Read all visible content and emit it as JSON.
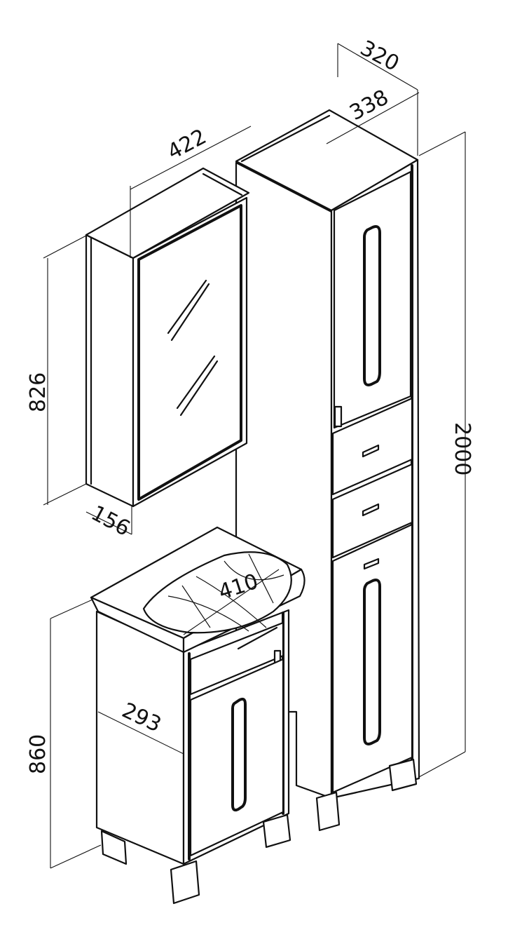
{
  "dimensions": {
    "mirror_cabinet_width": "422",
    "mirror_cabinet_height": "826",
    "mirror_cabinet_depth": "156",
    "tall_cabinet_depth_outer": "320",
    "tall_cabinet_depth_inner": "338",
    "tall_cabinet_height": "2000",
    "vanity_basin_width": "410",
    "vanity_height": "860",
    "vanity_depth": "293"
  }
}
